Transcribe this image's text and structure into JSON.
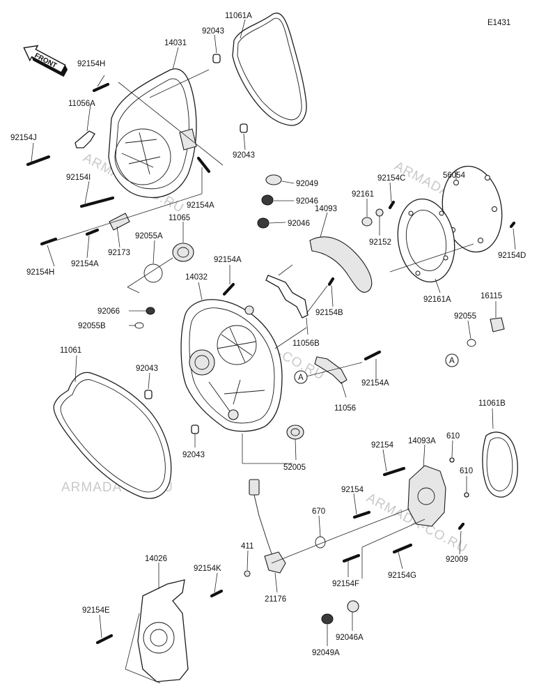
{
  "diagram_code": "E1431",
  "front_arrow_text": "FRONT",
  "watermark": "ARMADA-CO.RU",
  "callout_letter": "A",
  "labels": {
    "p11061A": "11061A",
    "p92043_a": "92043",
    "p14031": "14031",
    "p92154H_a": "92154H",
    "p11056A": "11056A",
    "p92154J": "92154J",
    "p92154I": "92154I",
    "p92043_b": "92043",
    "p92154A_a": "92154A",
    "p92049": "92049",
    "p92046_a": "92046",
    "p92046_b": "92046",
    "p14093": "14093",
    "p92161": "92161",
    "p92154C": "92154C",
    "p56054": "56054",
    "p92152": "92152",
    "p92154D": "92154D",
    "p92161A": "92161A",
    "p16115": "16115",
    "p92055": "92055",
    "p11065": "11065",
    "p92055A": "92055A",
    "p92173": "92173",
    "p92154A_b": "92154A",
    "p92154H_b": "92154H",
    "p92154A_c": "92154A",
    "p14032": "14032",
    "p92154B": "92154B",
    "p11056B": "11056B",
    "p92066": "92066",
    "p92055B": "92055B",
    "p11061": "11061",
    "p92043_c": "92043",
    "p92043_d": "92043",
    "p92154A_d": "92154A",
    "p11056": "11056",
    "p52005": "52005",
    "p11061B": "11061B",
    "p92154_a": "92154",
    "p14093A": "14093A",
    "p610_a": "610",
    "p610_b": "610",
    "p92154_b": "92154",
    "p670": "670",
    "p411": "411",
    "p92154K": "92154K",
    "p21176": "21176",
    "p92154F": "92154F",
    "p92154G": "92154G",
    "p92009": "92009",
    "p14026": "14026",
    "p92154E": "92154E",
    "p92046A": "92046A",
    "p92049A": "92049A"
  }
}
